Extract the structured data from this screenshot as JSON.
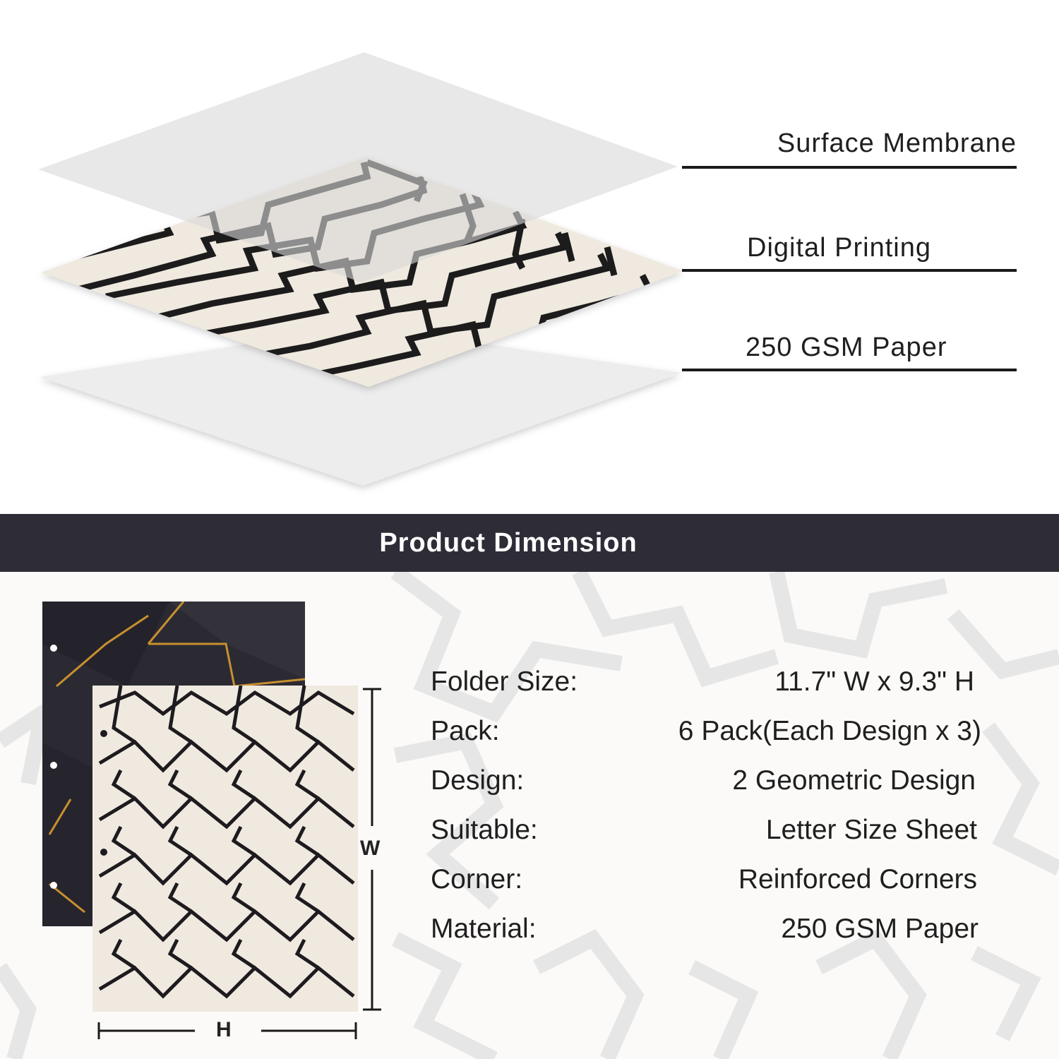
{
  "layers": {
    "surface_label": "Surface Membrane",
    "printing_label": "Digital Printing",
    "paper_label": "250 GSM Paper"
  },
  "dimension": {
    "heading": "Product Dimension",
    "w_label": "W",
    "h_label": "H"
  },
  "specs": [
    {
      "label": "Folder Size:",
      "value": "11.7\" W x 9.3\" H"
    },
    {
      "label": "Pack:",
      "value": "6 Pack(Each Design x 3)"
    },
    {
      "label": "Design:",
      "value": "2 Geometric Design"
    },
    {
      "label": "Suitable:",
      "value": "Letter Size Sheet"
    },
    {
      "label": "Corner:",
      "value": "Reinforced Corners"
    },
    {
      "label": "Material:",
      "value": "250 GSM Paper"
    }
  ],
  "colors": {
    "band": "#2e2c37",
    "cream": "#efe9df",
    "dark_folder": "#2b2a33",
    "gold": "#c8902f"
  }
}
